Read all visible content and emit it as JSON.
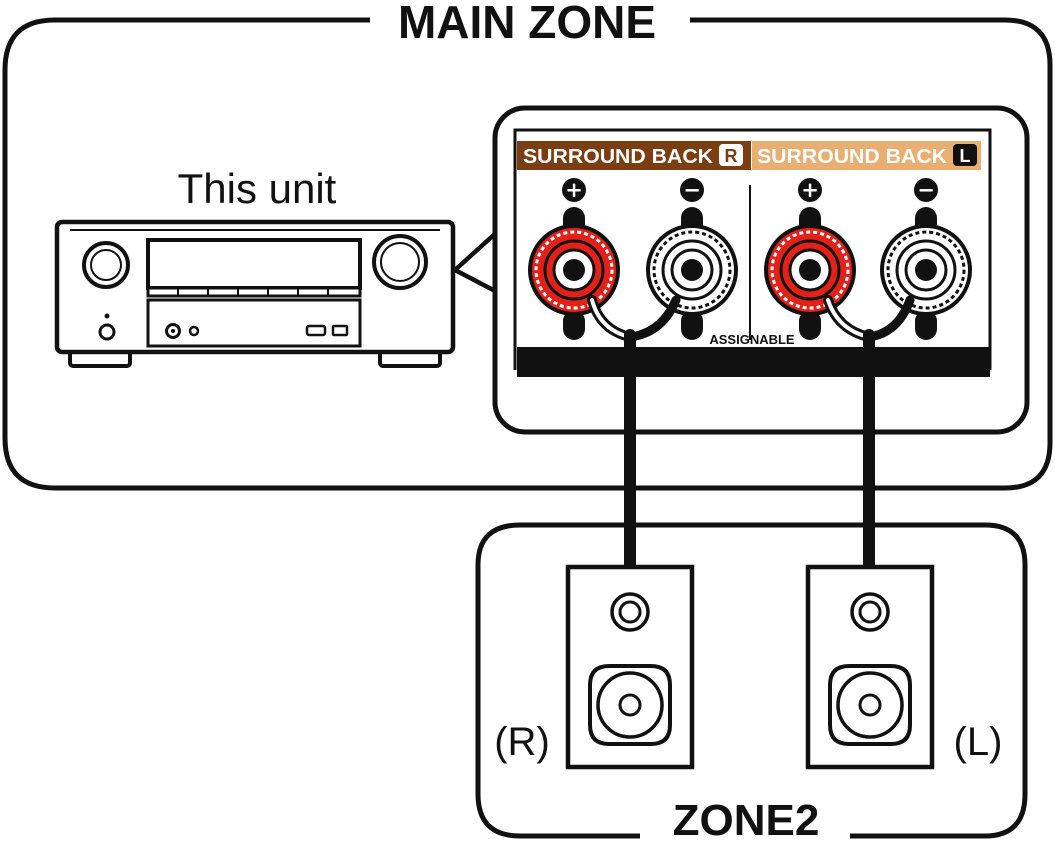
{
  "main_zone": {
    "title": "MAIN ZONE"
  },
  "unit": {
    "label": "This unit"
  },
  "terminals": {
    "right_label": "SURROUND BACK",
    "right_badge": "R",
    "left_label": "SURROUND BACK",
    "left_badge": "L",
    "plus_symbol": "+",
    "minus_symbol": "−",
    "assignable": "ASSIGNABLE"
  },
  "zone2": {
    "title": "ZONE2",
    "speaker_right": "(R)",
    "speaker_left": "(L)"
  },
  "colors": {
    "outline": "#111111",
    "terminal_right_bg": "#7a3e12",
    "terminal_left_bg": "#e8ae72",
    "positive_terminal": "#e32119",
    "negative_terminal": "#ffffff"
  }
}
